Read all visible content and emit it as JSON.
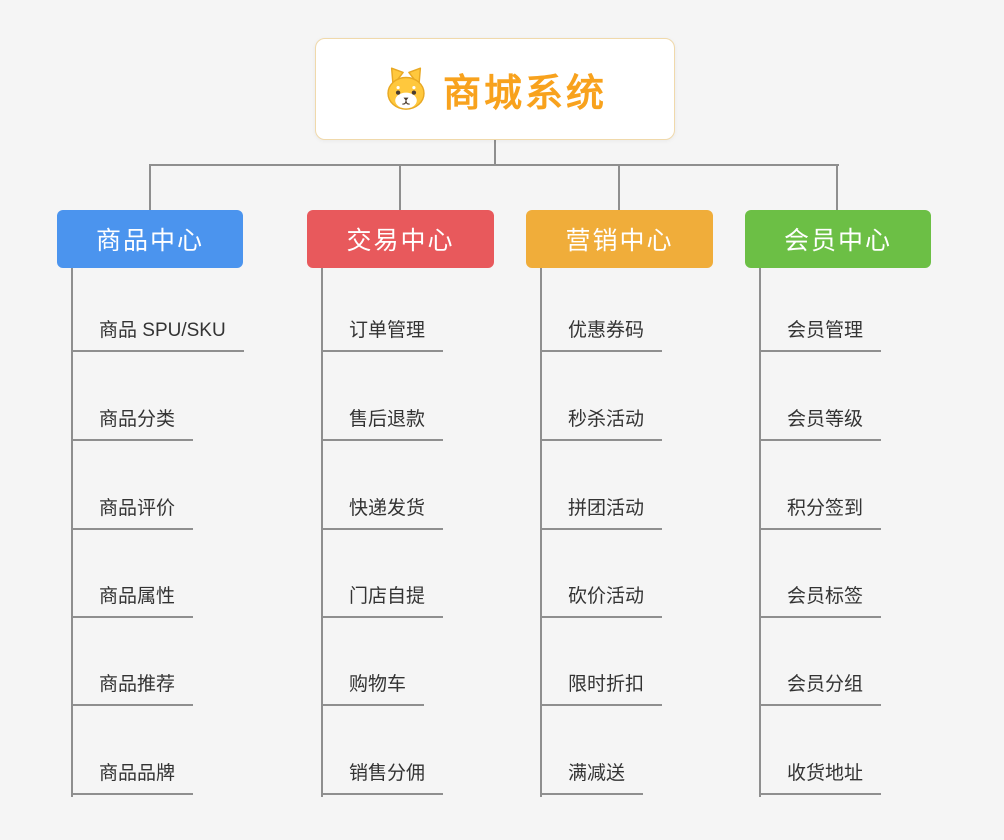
{
  "root": {
    "title": "商城系统",
    "icon": "shiba-dog-icon"
  },
  "connector_color": "#8f8f8f",
  "branches": [
    {
      "label": "商品中心",
      "color": "#4b94ee",
      "items": [
        "商品 SPU/SKU",
        "商品分类",
        "商品评价",
        "商品属性",
        "商品推荐",
        "商品品牌"
      ]
    },
    {
      "label": "交易中心",
      "color": "#e8595c",
      "items": [
        "订单管理",
        "售后退款",
        "快递发货",
        "门店自提",
        "购物车",
        "销售分佣"
      ]
    },
    {
      "label": "营销中心",
      "color": "#f0ad3a",
      "items": [
        "优惠券码",
        "秒杀活动",
        "拼团活动",
        "砍价活动",
        "限时折扣",
        "满减送"
      ]
    },
    {
      "label": "会员中心",
      "color": "#6cbf45",
      "items": [
        "会员管理",
        "会员等级",
        "积分签到",
        "会员标签",
        "会员分组",
        "收货地址"
      ]
    }
  ]
}
